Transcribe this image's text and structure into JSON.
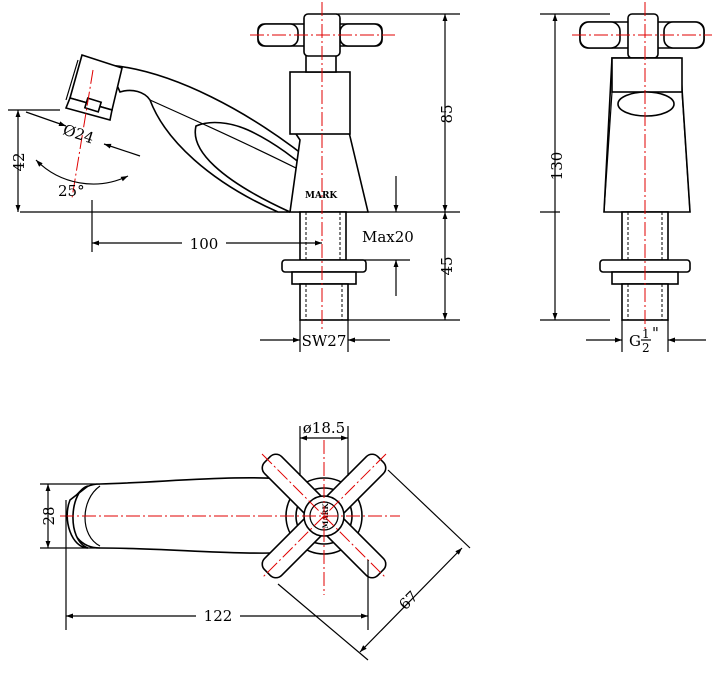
{
  "dimensions": {
    "height_spout": "42",
    "diameter_aerator": "Ø24",
    "angle": "25°",
    "reach": "100",
    "max_deck": "Max20",
    "height_top": "85",
    "height_shank": "45",
    "nut_size": "SW27",
    "total_height": "130",
    "thread_prefix": "G",
    "thread_num": "1",
    "thread_den": "2",
    "thread_suffix": "\"",
    "handle_diameter": "ø18.5",
    "body_width": "28",
    "total_length": "122",
    "handle_span": "67"
  },
  "marks": {
    "brand_front": "MARK",
    "brand_top": "MARK"
  },
  "colors": {
    "line": "#000000",
    "centerline": "#e00000",
    "background": "#ffffff"
  }
}
